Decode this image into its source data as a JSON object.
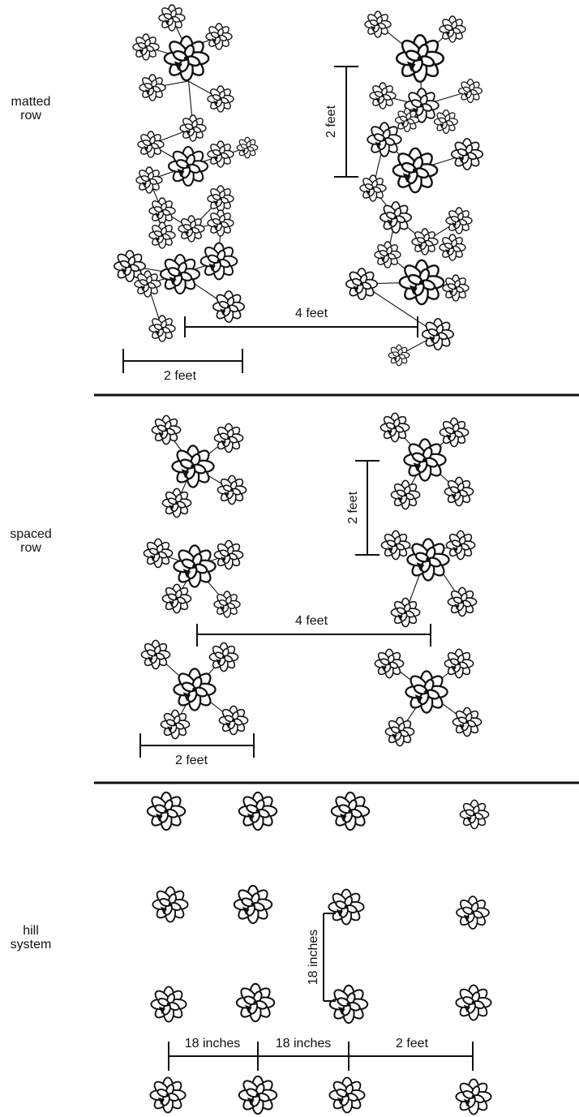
{
  "sections": {
    "matted": {
      "label_line1": "matted",
      "label_line2": "row"
    },
    "spaced": {
      "label_line1": "spaced",
      "label_line2": "row"
    },
    "hill": {
      "label_line1": "hill",
      "label_line2": "system"
    }
  },
  "measurements": {
    "matted_row_spacing": "4 feet",
    "matted_width": "2 feet",
    "matted_plant_spacing": "2 feet",
    "spaced_row_spacing": "4 feet",
    "spaced_width": "2 feet",
    "spaced_plant_spacing": "2 feet",
    "hill_in_row": "18 inches",
    "hill_between_1": "18 inches",
    "hill_between_2": "18 inches",
    "hill_aisle": "2 feet"
  }
}
